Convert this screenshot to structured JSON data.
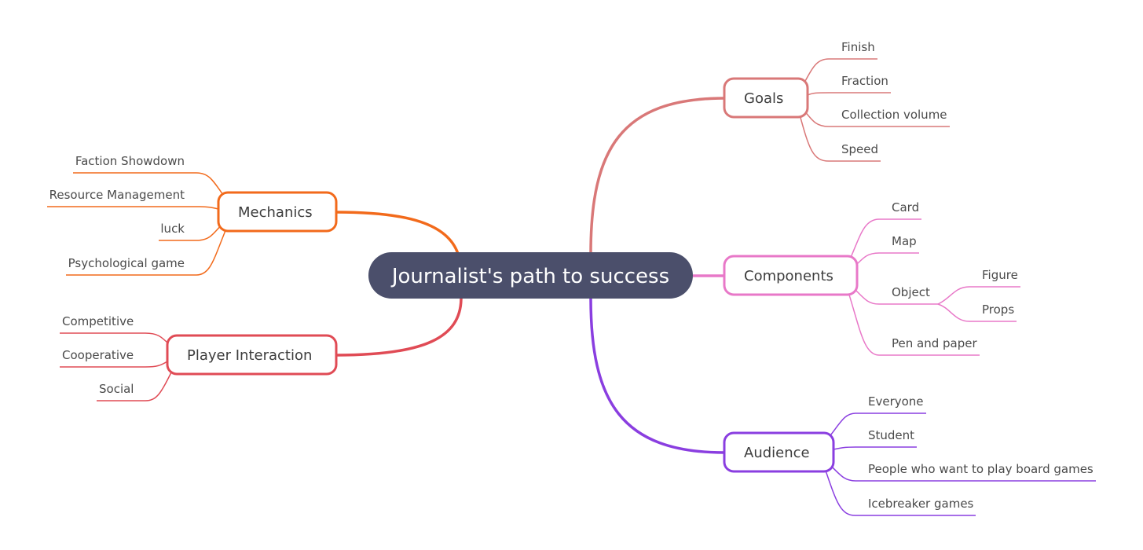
{
  "central": {
    "label": "Journalist's path to success",
    "color": "#4b4f6b"
  },
  "branches": {
    "goals": {
      "label": "Goals",
      "color": "#d97878",
      "leaves": [
        "Finish",
        "Fraction",
        "Collection volume",
        "Speed"
      ]
    },
    "components": {
      "label": "Components",
      "color": "#e878c8",
      "leaves": [
        "Card",
        "Map",
        "Object",
        "Pen and paper"
      ],
      "object_children": [
        "Figure",
        "Props"
      ]
    },
    "audience": {
      "label": "Audience",
      "color": "#8a3ee0",
      "leaves": [
        "Everyone",
        "Student",
        "People who want to play board games",
        "Icebreaker games"
      ]
    },
    "mechanics": {
      "label": "Mechanics",
      "color": "#f26a1b",
      "leaves": [
        "Faction Showdown",
        "Resource Management",
        "luck",
        "Psychological game"
      ]
    },
    "player_interaction": {
      "label": "Player Interaction",
      "color": "#e04b55",
      "leaves": [
        "Competitive",
        "Cooperative",
        "Social"
      ]
    }
  }
}
